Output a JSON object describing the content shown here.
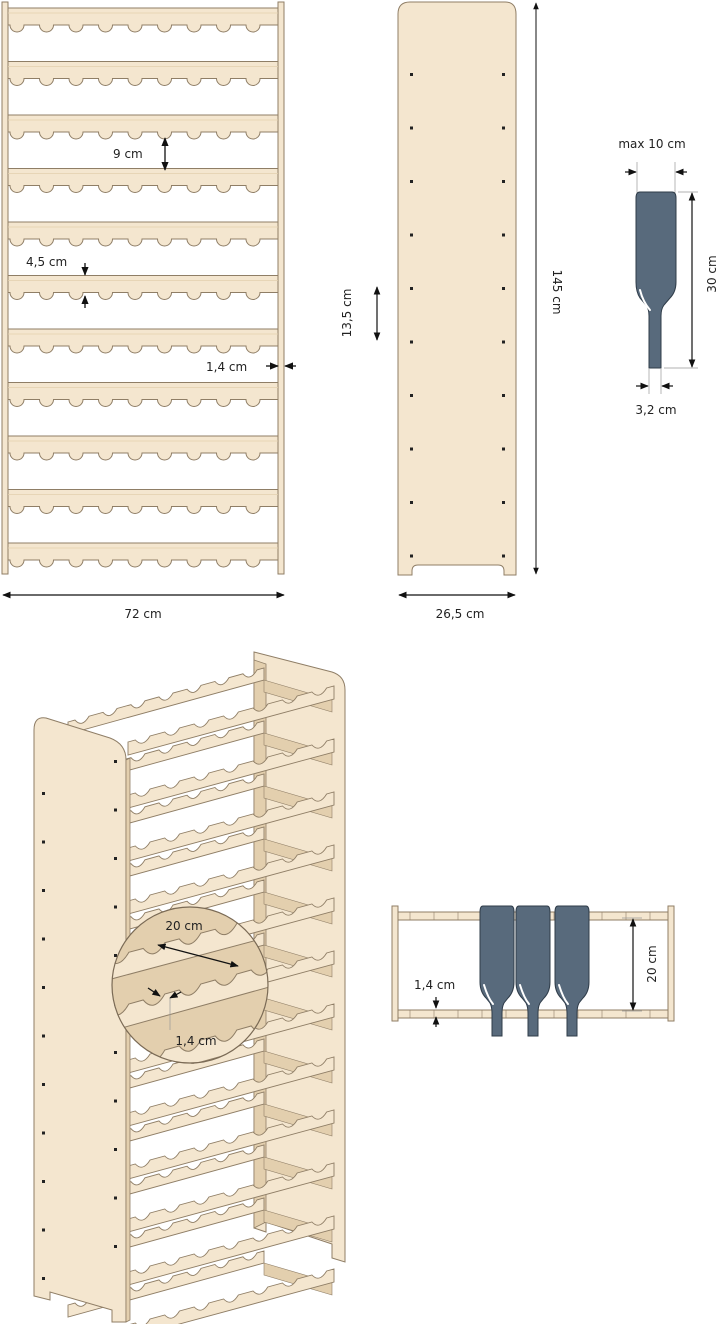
{
  "colors": {
    "wood": "#f4e6cf",
    "wood_dark": "#e3cfae",
    "wood_edge": "#8f7e66",
    "bottle": "#586a7c",
    "bottle_edge": "#2f3c49",
    "arrow": "#111111"
  },
  "front_view": {
    "shelf_gap": "9 cm",
    "notch_depth": "4,5 cm",
    "side_thickness": "1,4 cm",
    "width": "72 cm"
  },
  "side_view": {
    "hole_spacing": "13,5 cm",
    "height": "145 cm",
    "depth": "26,5 cm"
  },
  "bottle_spec": {
    "max_diameter": "max 10 cm",
    "length": "30 cm",
    "neck_diameter": "3,2 cm"
  },
  "detail": {
    "rail_spacing": "20 cm",
    "rail_thickness": "1,4 cm"
  },
  "section_view": {
    "rail_thickness": "1,4 cm",
    "depth": "20 cm"
  }
}
